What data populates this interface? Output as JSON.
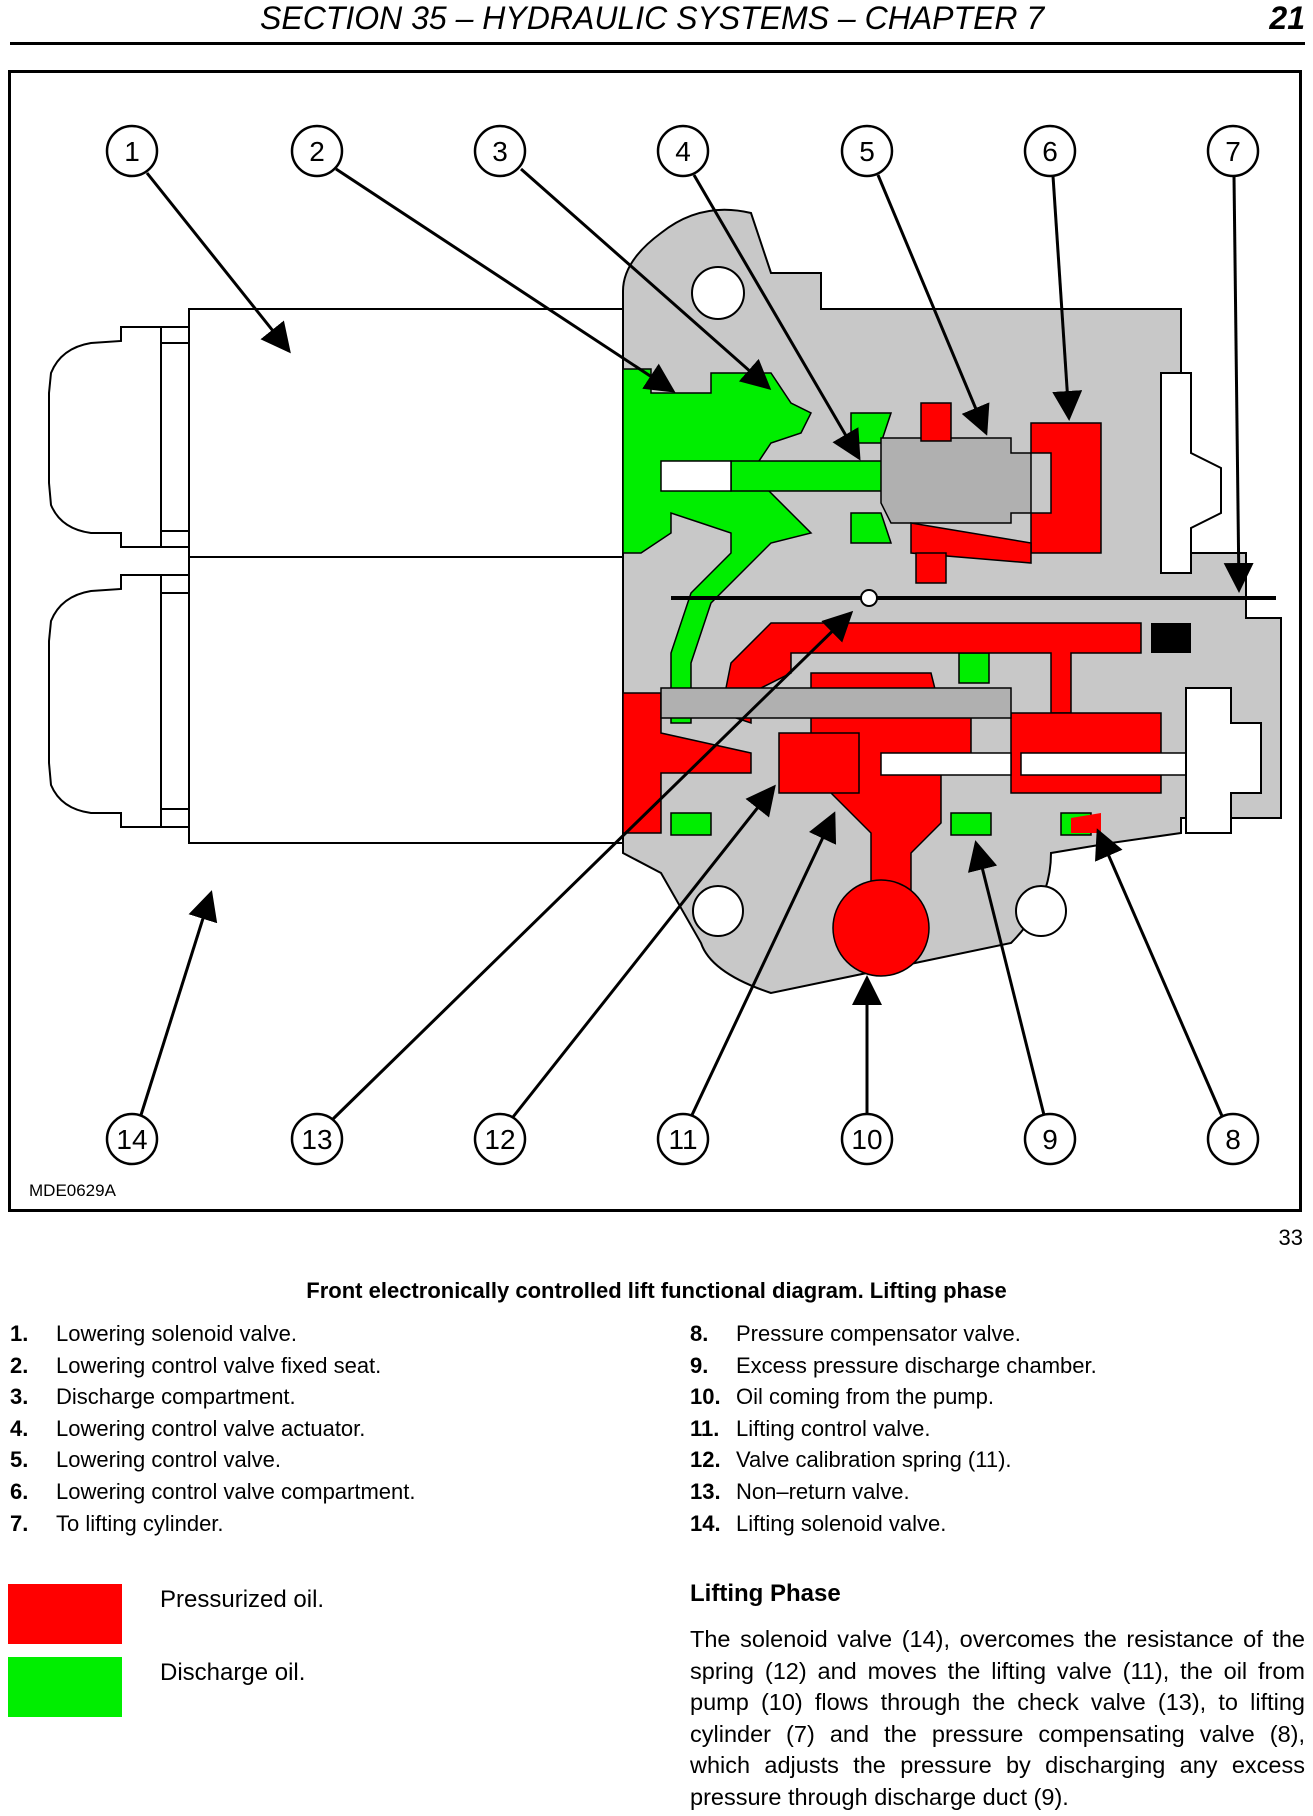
{
  "header": {
    "title": "SECTION 35 – HYDRAULIC SYSTEMS – CHAPTER 7",
    "page_number": "21"
  },
  "figure": {
    "callouts_top": [
      "1",
      "2",
      "3",
      "4",
      "5",
      "6",
      "7"
    ],
    "callouts_bottom": [
      "14",
      "13",
      "12",
      "11",
      "10",
      "9",
      "8"
    ],
    "reference_code": "MDE0629A",
    "figure_number": "33",
    "colors": {
      "pressurized": "#ff0000",
      "discharge": "#00ee00",
      "body": "#c8c8c8"
    }
  },
  "caption": "Front electronically controlled lift functional diagram. Lifting phase",
  "legend_left": [
    {
      "num": "1.",
      "text": "Lowering solenoid valve."
    },
    {
      "num": "2.",
      "text": "Lowering control valve fixed seat."
    },
    {
      "num": "3.",
      "text": "Discharge compartment."
    },
    {
      "num": "4.",
      "text": "Lowering control valve actuator."
    },
    {
      "num": "5.",
      "text": "Lowering control valve."
    },
    {
      "num": "6.",
      "text": "Lowering control valve compartment."
    },
    {
      "num": "7.",
      "text": "To lifting cylinder."
    }
  ],
  "legend_right": [
    {
      "num": "8.",
      "text": "Pressure compensator valve."
    },
    {
      "num": "9.",
      "text": "Excess pressure discharge chamber."
    },
    {
      "num": "10.",
      "text": "Oil coming from the pump."
    },
    {
      "num": "11.",
      "text": "Lifting control valve."
    },
    {
      "num": "12.",
      "text": "Valve calibration spring (11)."
    },
    {
      "num": "13.",
      "text": "Non–return valve."
    },
    {
      "num": "14.",
      "text": "Lifting solenoid valve."
    }
  ],
  "color_key": [
    {
      "label": "Pressurized oil.",
      "color": "#ff0000"
    },
    {
      "label": "Discharge oil.",
      "color": "#00ee00"
    }
  ],
  "section": {
    "heading": "Lifting Phase",
    "body": "The solenoid valve (14), overcomes the resistance of the spring (12) and moves the lifting valve (11), the oil from pump (10) flows through the check valve (13), to lifting cylinder (7) and the pressure compensating valve (8), which adjusts the pressure by discharging any excess pressure through discharge duct (9)."
  }
}
